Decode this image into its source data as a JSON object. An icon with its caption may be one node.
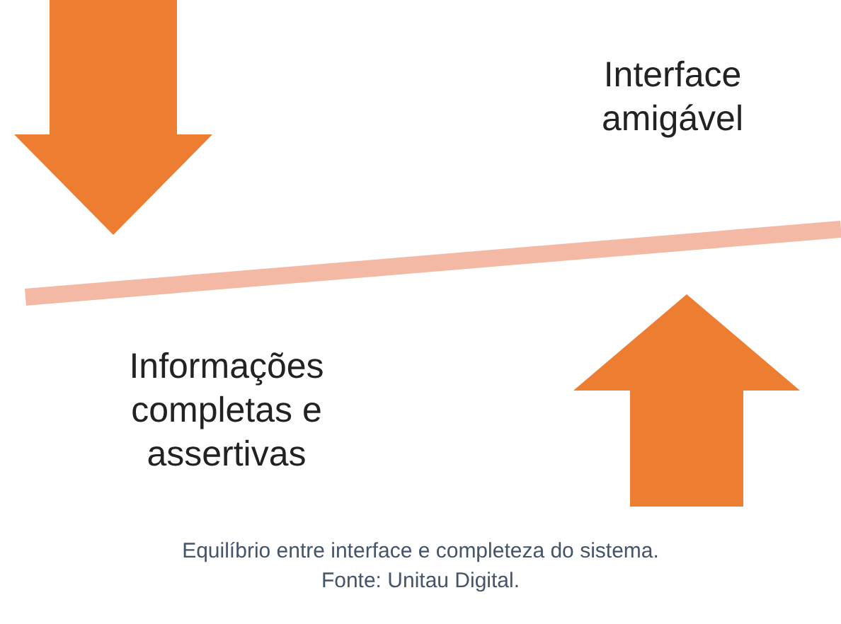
{
  "diagram": {
    "caption": "Equilíbrio entre interface e completeza do sistema.",
    "labels": [
      "Interface amigável",
      "Informações completas e assertivas",
      "Fonte: Unitau Digital."
    ]
  }
}
